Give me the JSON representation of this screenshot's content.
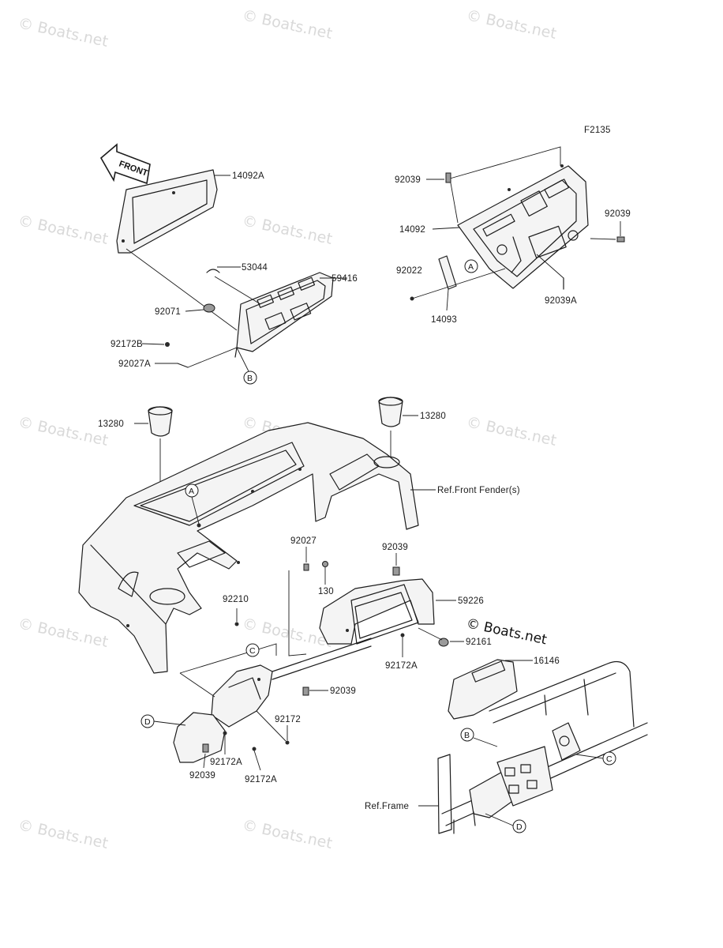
{
  "diagram_code": "F2135",
  "front_arrow_label": "FRONT",
  "watermark_text": "© Boats.net",
  "brand_mark": "© Boats.net",
  "parts": [
    {
      "id": "p14092A",
      "label": "14092A"
    },
    {
      "id": "p53044",
      "label": "53044"
    },
    {
      "id": "p59416",
      "label": "59416"
    },
    {
      "id": "p92071",
      "label": "92071"
    },
    {
      "id": "p92172B",
      "label": "92172B"
    },
    {
      "id": "p92027A",
      "label": "92027A"
    },
    {
      "id": "p92039-top",
      "label": "92039"
    },
    {
      "id": "p14092",
      "label": "14092"
    },
    {
      "id": "p92039-right",
      "label": "92039"
    },
    {
      "id": "p92022",
      "label": "92022"
    },
    {
      "id": "p14093",
      "label": "14093"
    },
    {
      "id": "p92039A",
      "label": "92039A"
    },
    {
      "id": "p13280-left",
      "label": "13280"
    },
    {
      "id": "p13280-right",
      "label": "13280"
    },
    {
      "id": "p92027",
      "label": "92027"
    },
    {
      "id": "p130",
      "label": "130"
    },
    {
      "id": "p92039-mid",
      "label": "92039"
    },
    {
      "id": "p59226",
      "label": "59226"
    },
    {
      "id": "p92161",
      "label": "92161"
    },
    {
      "id": "p92172A-mid",
      "label": "92172A"
    },
    {
      "id": "p16146",
      "label": "16146"
    },
    {
      "id": "p92210",
      "label": "92210"
    },
    {
      "id": "p92039-low",
      "label": "92039"
    },
    {
      "id": "p92172",
      "label": "92172"
    },
    {
      "id": "p92172A-a",
      "label": "92172A"
    },
    {
      "id": "p92172A-b",
      "label": "92172A"
    },
    {
      "id": "p92039-bottom",
      "label": "92039"
    }
  ],
  "references": {
    "front_fender": "Ref.Front Fender(s)",
    "frame": "Ref.Frame"
  },
  "callouts": {
    "a1": "A",
    "a2": "A",
    "b1": "B",
    "b2": "B",
    "c1": "C",
    "c2": "C",
    "d1": "D",
    "d2": "D"
  }
}
